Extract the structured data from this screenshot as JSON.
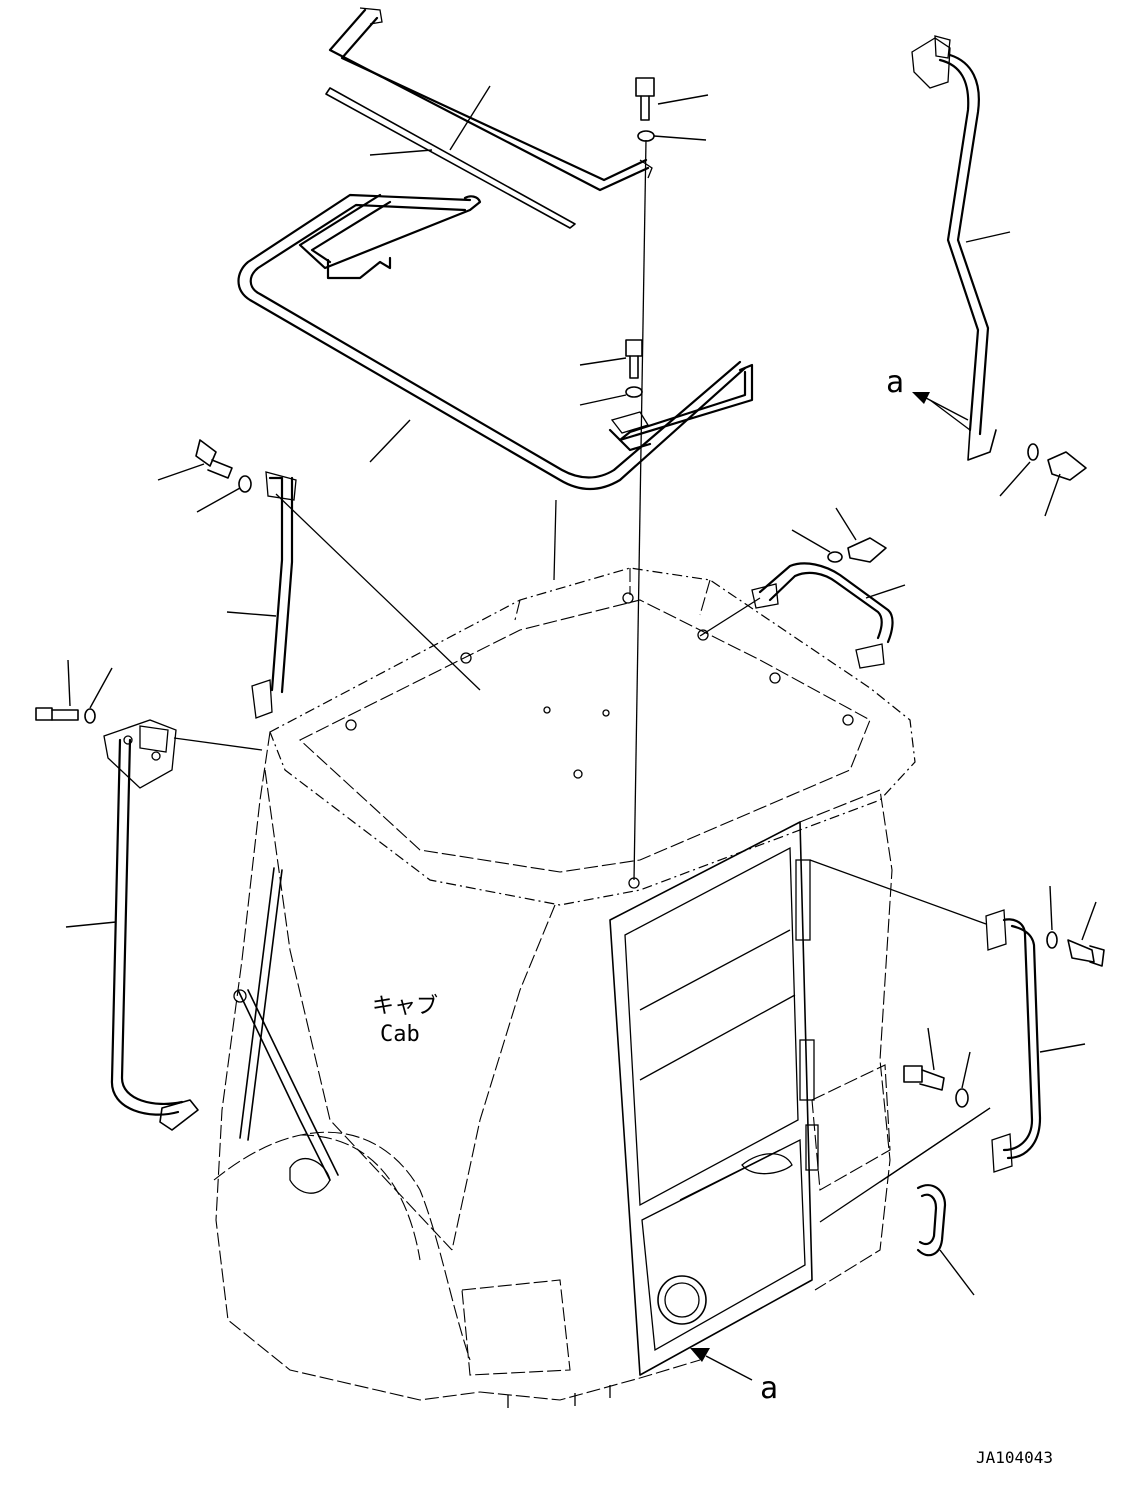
{
  "labels": {
    "cab_jp": "キャブ",
    "cab_en": "Cab",
    "view_a_top": "a",
    "view_a_bottom": "a",
    "drawing_number": "JA104043"
  }
}
